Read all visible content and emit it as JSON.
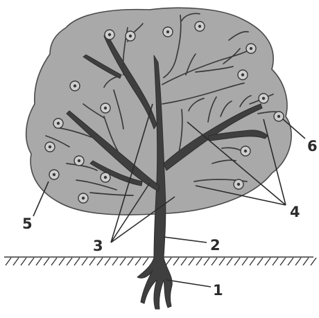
{
  "callouts": {
    "roots": "1",
    "trunk": "2",
    "skeletal_branches": "3",
    "overgrowing_branches": "4",
    "crown": "5",
    "buds": "6"
  }
}
